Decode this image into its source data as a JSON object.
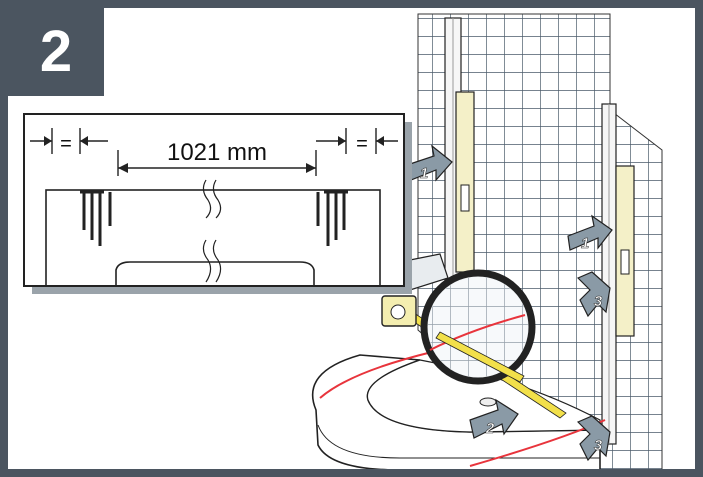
{
  "step_number": "2",
  "detail": {
    "dimension_label": "1021 mm",
    "equal_left": "=",
    "equal_right": "="
  },
  "arrows": {
    "a1_top": "1",
    "a1_right": "1",
    "a2": "2",
    "a3_right": "3",
    "a3_bottom": "3"
  },
  "colors": {
    "frame": "#4b5560",
    "tile_line": "#4a5a6a",
    "rail": "#f4f0c8",
    "laser": "#e8343c",
    "tape": "#f2e04a"
  }
}
